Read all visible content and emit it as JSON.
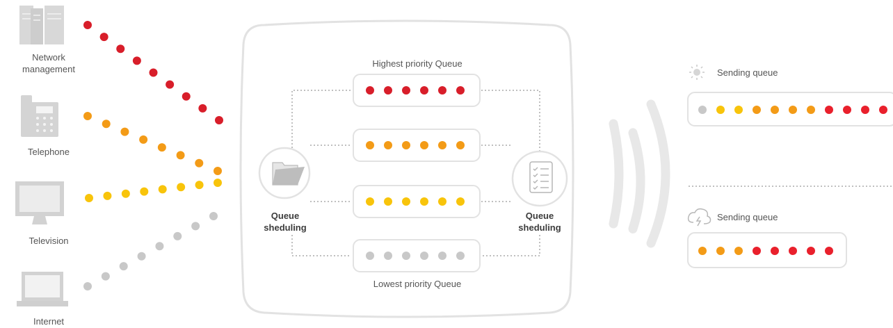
{
  "colors": {
    "red": "#d81e2a",
    "orange": "#f39b17",
    "yellow": "#f8c40b",
    "gray": "#c8c8c8",
    "bright_red": "#e9202c",
    "outline": "#e2e2e2",
    "icon_gray": "#d3d3d3"
  },
  "sources": [
    {
      "icon": "server-icon",
      "label_lines": [
        "Network",
        "management"
      ],
      "color": "red"
    },
    {
      "icon": "telephone-icon",
      "label_lines": [
        "Telephone"
      ],
      "color": "orange"
    },
    {
      "icon": "television-icon",
      "label_lines": [
        "Television"
      ],
      "color": "yellow"
    },
    {
      "icon": "laptop-icon",
      "label_lines": [
        "Internet"
      ],
      "color": "gray"
    }
  ],
  "queues": {
    "top_label": "Highest priority Queue",
    "bottom_label": "Lowest priority Queue",
    "rows": [
      {
        "name": "highest",
        "color": "red",
        "dots": 6
      },
      {
        "name": "second",
        "color": "orange",
        "dots": 6
      },
      {
        "name": "third",
        "color": "yellow",
        "dots": 6
      },
      {
        "name": "lowest",
        "color": "gray",
        "dots": 6
      }
    ]
  },
  "scheduler_left": {
    "icon": "folder-icon",
    "label_lines": [
      "Queue",
      "sheduling"
    ]
  },
  "scheduler_right": {
    "icon": "checklist-icon",
    "label_lines": [
      "Queue",
      "sheduling"
    ]
  },
  "output_queues": [
    {
      "icon": "sun-icon",
      "label": "Sending queue",
      "dots": [
        "gray",
        "yellow",
        "yellow",
        "orange",
        "orange",
        "orange",
        "orange",
        "bright_red",
        "bright_red",
        "bright_red",
        "bright_red"
      ]
    },
    {
      "icon": "cloud-storm-icon",
      "label": "Sending queue",
      "dots": [
        "orange",
        "orange",
        "orange",
        "bright_red",
        "bright_red",
        "bright_red",
        "bright_red",
        "bright_red"
      ]
    }
  ]
}
